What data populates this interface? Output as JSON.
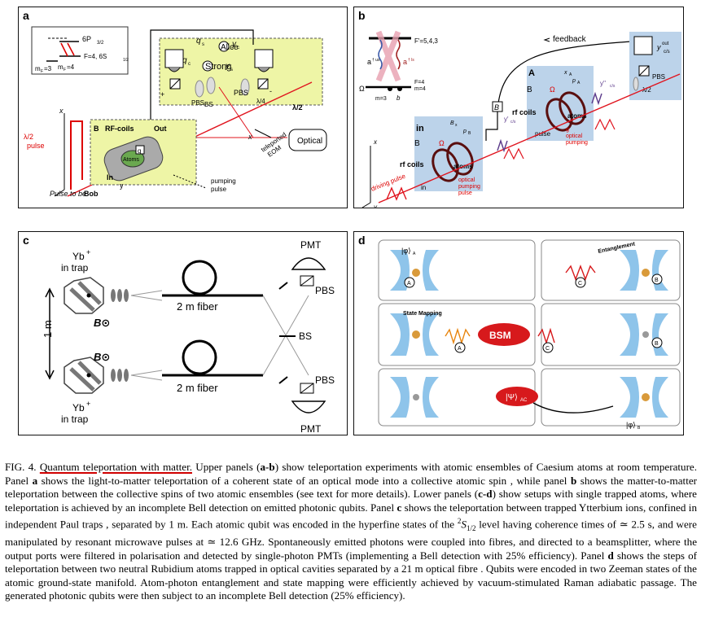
{
  "panels": {
    "a": {
      "label": "a",
      "levels": [
        "6P",
        "3/2",
        "F=4, 6S",
        "1/2",
        "m",
        "F",
        "=3",
        "m",
        "F",
        "=4"
      ],
      "texts": [
        "q",
        "s",
        "y",
        "c",
        "q",
        "c",
        "y",
        "s",
        "+",
        "-",
        "PBS",
        "PBS",
        "BS",
        "λ/4",
        "λ/2",
        "λ/2",
        "Alice",
        "Strong",
        "pulse",
        "B",
        "RF-coils",
        "Out",
        "g",
        "Atoms",
        "In",
        "Bob",
        "x",
        "y",
        "x",
        "Pulse to be",
        "teleported",
        "EOM",
        "Optical",
        "pumping",
        "pulse"
      ]
    },
    "b": {
      "label": "b",
      "texts": [
        "F'=5,4,3",
        "a",
        "† us",
        "a",
        "† ls",
        "Ω",
        "F=4",
        "m=4",
        "m=3",
        "b",
        "feedback",
        "y",
        "out",
        "c/s",
        "PBS",
        "λ/2",
        "A",
        "x",
        "A",
        "p",
        "A",
        "B",
        "Ω",
        "rf coils",
        "atoms",
        "y''",
        "c/s",
        "y'",
        "c/s",
        "g",
        "optical",
        "pumping",
        "pulse",
        "in",
        "B",
        "x",
        "B",
        "p",
        "B",
        "B",
        "Ω",
        "rf coils",
        "atoms",
        "optical",
        "pumping",
        "pulse",
        "in",
        "driving pulse",
        "x",
        "y"
      ]
    },
    "c": {
      "label": "c",
      "ion_top": [
        "Yb",
        "+",
        "in trap"
      ],
      "ion_bottom": [
        "Yb",
        "+",
        "in trap"
      ],
      "b_field": "B⊙",
      "fiber": "2 m fiber",
      "pmt": "PMT",
      "pbs": "PBS",
      "bs": "BS",
      "distance": "1 m"
    },
    "d": {
      "label": "d",
      "texts": [
        "|φ⟩",
        "A",
        "A",
        "Entanglement",
        "B",
        "C",
        "State Mapping",
        "A",
        "BSM",
        "A",
        "C",
        "B",
        "|Ψ⟩",
        "AC",
        "B",
        "|φ⟩",
        "B"
      ]
    }
  },
  "caption": {
    "fig_label": "FIG. 4.",
    "title": "Quantum teleportation with matter.",
    "text_1": " Upper panels (",
    "b1": "a-b",
    "text_2": ") show teleportation experiments with atomic ensembles of Caesium atoms at room temperature. Panel ",
    "b2": "a",
    "text_3": " shows the light-to-matter teleportation of a coherent state of an optical mode into a collective atomic spin   , while panel ",
    "b3": "b",
    "text_4": " shows the matter-to-matter teleportation between the collective spins of two atomic ensembles    (see text for more details). Lower panels (",
    "b4": "c-d",
    "text_5": ") show setups with single trapped atoms, where teleportation is achieved by an incomplete Bell detection on emitted photonic qubits. Panel ",
    "b5": "c",
    "text_6": " shows the teleportation between trapped Ytterbium ions, confined in independent Paul traps   , separated by 1 m. Each atomic qubit was encoded in the hyperfine states of the ",
    "term_sup": "2",
    "term_s": "S",
    "term_sub": "1/2",
    "text_7": " level having coherence times of ≃ 2.5 s, and were manipulated by resonant microwave pulses at ≃ 12.6 GHz. Spontaneously emitted photons were coupled into fibres, and directed to a beamsplitter, where the output ports were filtered in polarisation and detected by single-photon PMTs (implementing a Bell detection with 25% efficiency). Panel ",
    "b6": "d",
    "text_8": " shows the steps of teleportation between two neutral Rubidium atoms trapped in optical cavities separated by a 21 m optical fibre   . Qubits were encoded in two Zeeman states of the atomic ground-state manifold. Atom-photon entanglement and state mapping were efficiently achieved by vacuum-stimulated Raman adiabatic passage. The generated photonic qubits were then subject to an incomplete Bell detection (25% efficiency)."
  },
  "colors": {
    "beam": "#e0141e",
    "highlight": "#eef5a6",
    "box_blue": "#bcd3ea",
    "bsm": "#d7191c",
    "cavity": "#8ec4ea"
  }
}
